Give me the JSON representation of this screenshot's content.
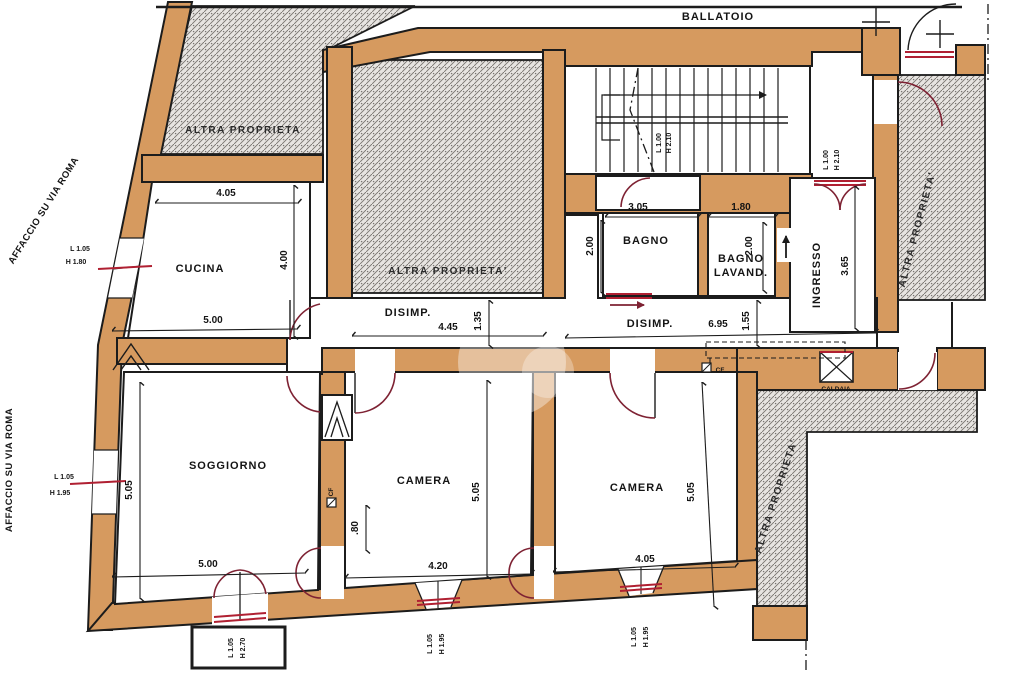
{
  "palette": {
    "wall": "#d69a5f",
    "line": "#1c1c1c",
    "door_arc": "#7e2233",
    "window_red": "#b02032",
    "hatch_bg": "#e7e4e1",
    "hatch_line": "#77736f",
    "paper": "#ffffff"
  },
  "labels": {
    "ballatoio": "BALLATOIO",
    "affaccio_top": "AFFACCIO SU VIA ROMA",
    "affaccio_left": "AFFACCIO SU VIA ROMA"
  },
  "other_property": {
    "top_left": "ALTRA PROPRIETA",
    "center": "ALTRA PROPRIETA'",
    "right": "ALTRA PROPRIETA'",
    "bottom_right": "ALTRA PROPRIETA'"
  },
  "rooms": {
    "cucina": "CUCINA",
    "soggiorno": "SOGGIORNO",
    "camera_1": "CAMERA",
    "camera_2": "CAMERA",
    "bagno": "BAGNO",
    "bagno_lavanderia_1": "BAGNO",
    "bagno_lavanderia_2": "LAVAND.",
    "ingresso": "INGRESSO",
    "disimpegno_1": "DISIMP.",
    "disimpegno_2": "DISIMP.",
    "caldaia": "CALDAIA"
  },
  "dims": {
    "cucina_width_top": "4.05",
    "cucina_height": "4.00",
    "cucina_width_bottom": "5.00",
    "disimp1_length": "4.45",
    "disimp1_width": "1.35",
    "disimp2_length": "6.95",
    "disimp2_width": "1.55",
    "bagno_width": "3.05",
    "bagno_depth": "2.00",
    "lavanderia_width": "1.80",
    "lavanderia_depth": "2.00",
    "ingresso_length": "3.65",
    "soggiorno_height": "5.05",
    "soggiorno_width": "5.00",
    "camera1_height": "5.05",
    "camera1_width": "4.20",
    "camera1_niche": ".80",
    "camera2_height": "5.05",
    "camera2_width": "4.05"
  },
  "openings": {
    "cucina_window": {
      "l": "L 1.05",
      "h": "H 1.80"
    },
    "soggiorno_window": {
      "l": "L 1.05",
      "h": "H 1.95"
    },
    "balcony_door": {
      "l": "L 1.05",
      "h": "H 2.70"
    },
    "camera1_window": {
      "l": "L 1.05",
      "h": "H 1.95"
    },
    "camera2_window": {
      "l": "L 1.05",
      "h": "H 1.95"
    },
    "entrance_door": {
      "l": "L 1.00",
      "h": "H 2.10"
    },
    "stair_door": {
      "l": "L 1.00",
      "h": "H 2.10"
    }
  },
  "symbols": {
    "cf_1": "CF",
    "cf_2": "CF"
  }
}
